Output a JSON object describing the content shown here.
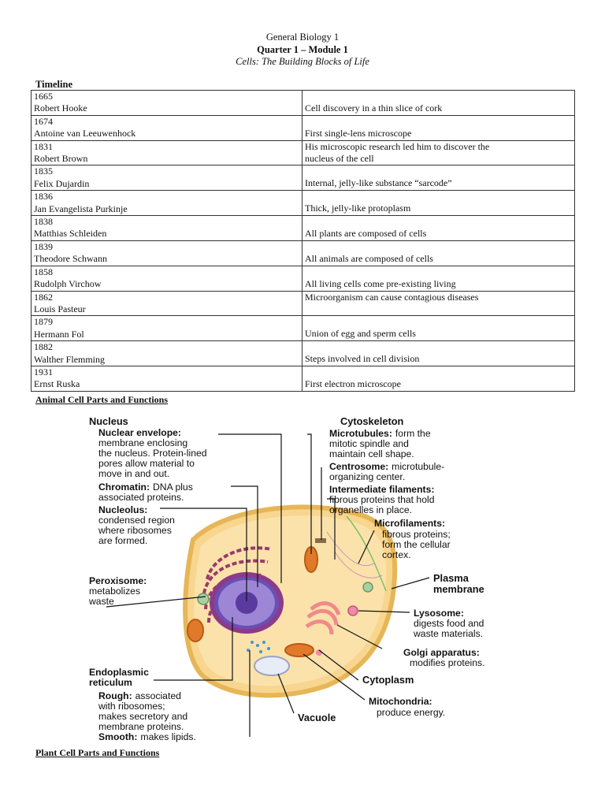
{
  "header": {
    "course": "General Biology 1",
    "module": "Quarter 1 – Module 1",
    "subtitle": "Cells: The Building Blocks of Life"
  },
  "timeline": {
    "label": "Timeline",
    "rows": [
      {
        "year": "1665",
        "name": "Robert Hooke",
        "desc": [
          "",
          "Cell discovery in a thin slice of cork"
        ]
      },
      {
        "year": "1674",
        "name": "Antoine van Leeuwenhock",
        "desc": [
          "",
          "First single-lens microscope"
        ]
      },
      {
        "year": "1831",
        "name": "Robert Brown",
        "desc": [
          "His microscopic research led him to discover the",
          "nucleus of the cell"
        ]
      },
      {
        "year": "1835",
        "name": "Felix Dujardin",
        "desc": [
          "",
          "Internal, jelly-like substance “sarcode”"
        ]
      },
      {
        "year": "1836",
        "name": "Jan Evangelista Purkinje",
        "desc": [
          "",
          "Thick, jelly-like protoplasm"
        ]
      },
      {
        "year": "1838",
        "name": "Matthias Schleiden",
        "desc": [
          "",
          "All plants are composed of cells"
        ]
      },
      {
        "year": "1839",
        "name": "Theodore Schwann",
        "desc": [
          "",
          "All animals are composed of cells"
        ]
      },
      {
        "year": "1858",
        "name": "Rudolph Virchow",
        "desc": [
          "",
          "All living cells come pre-existing living"
        ]
      },
      {
        "year": "1862",
        "name": "Louis Pasteur",
        "desc": [
          "Microorganism can cause contagious diseases",
          ""
        ]
      },
      {
        "year": "1879",
        "name": "Hermann Fol",
        "desc": [
          "",
          "Union of egg and sperm cells"
        ]
      },
      {
        "year": "1882",
        "name": "Walther Flemming",
        "desc": [
          "",
          "Steps involved in cell division"
        ]
      },
      {
        "year": "1931",
        "name": "Ernst Ruska",
        "desc": [
          "",
          "First electron microscope"
        ]
      }
    ]
  },
  "animal_section_title": "Animal Cell Parts and Functions",
  "plant_section_title": "Plant Cell Parts and Functions",
  "diagram": {
    "nucleus": {
      "title": "Nucleus",
      "envelope_label": "Nuclear envelope:",
      "envelope_desc": [
        "membrane enclosing",
        "the nucleus. Protein-lined",
        "pores allow material to",
        "move in and out."
      ],
      "chromatin_label": "Chromatin:",
      "chromatin_desc_1": "DNA plus",
      "chromatin_desc_2": "associated proteins.",
      "nucleolus_label": "Nucleolus:",
      "nucleolus_desc": [
        "condensed region",
        "where ribosomes",
        "are formed."
      ]
    },
    "peroxisome": {
      "label": "Peroxisome:",
      "desc": [
        "metabolizes",
        "waste"
      ]
    },
    "er": {
      "title_1": "Endoplasmic",
      "title_2": "reticulum",
      "rough_label": "Rough:",
      "rough_desc_1": "associated",
      "rough_desc": [
        "with ribosomes;",
        "makes secretory and",
        "membrane proteins."
      ],
      "smooth_label": "Smooth:",
      "smooth_desc": "makes lipids."
    },
    "cytoskeleton": {
      "title": "Cytoskeleton",
      "microtubules_label": "Microtubules:",
      "microtubules_desc_1": "form the",
      "microtubules_desc": [
        "mitotic spindle and",
        "maintain cell shape."
      ],
      "centrosome_label": "Centrosome:",
      "centrosome_desc_1": "microtubule-",
      "centrosome_desc_2": "organizing center.",
      "if_label": "Intermediate filaments:",
      "if_desc": [
        "fibrous proteins that hold",
        "organelles in place."
      ],
      "mf_label": "Microfilaments:",
      "mf_desc": [
        "fibrous proteins;",
        "form the cellular",
        "cortex."
      ]
    },
    "plasma_membrane": [
      "Plasma",
      "membrane"
    ],
    "lysosome": {
      "label": "Lysosome:",
      "desc": [
        "digests food and",
        "waste materials."
      ]
    },
    "golgi": {
      "label": "Golgi apparatus:",
      "desc": "modifies proteins."
    },
    "cytoplasm": "Cytoplasm",
    "mitochondria": {
      "label": "Mitochondria:",
      "desc": "produce energy."
    },
    "vacuole": "Vacuole"
  }
}
